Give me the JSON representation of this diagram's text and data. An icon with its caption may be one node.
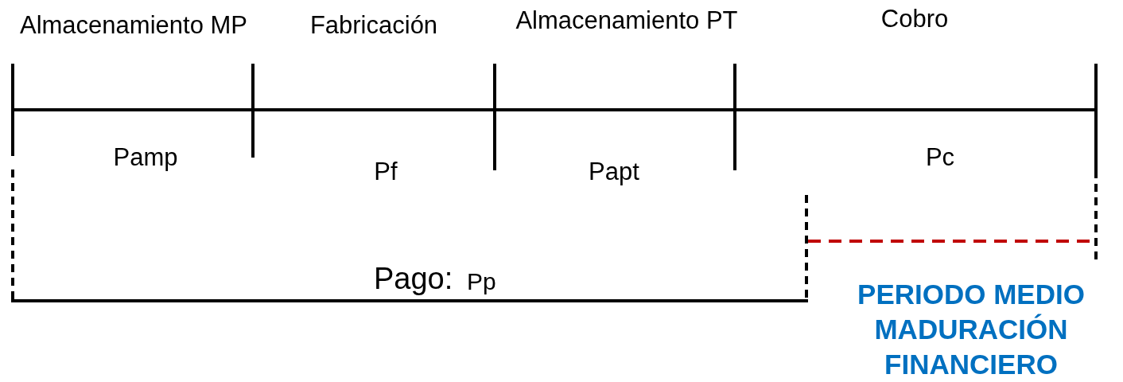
{
  "diagram": {
    "labels": [
      "Almacenamiento MP",
      "Fabricación",
      "Almacenamiento PT",
      "Cobro",
      "Pamp",
      "Pf",
      "Papt",
      "Pc",
      "Pago:",
      "Pp",
      "PERIODO MEDIO MADURACIÓN FINANCIERO"
    ]
  }
}
